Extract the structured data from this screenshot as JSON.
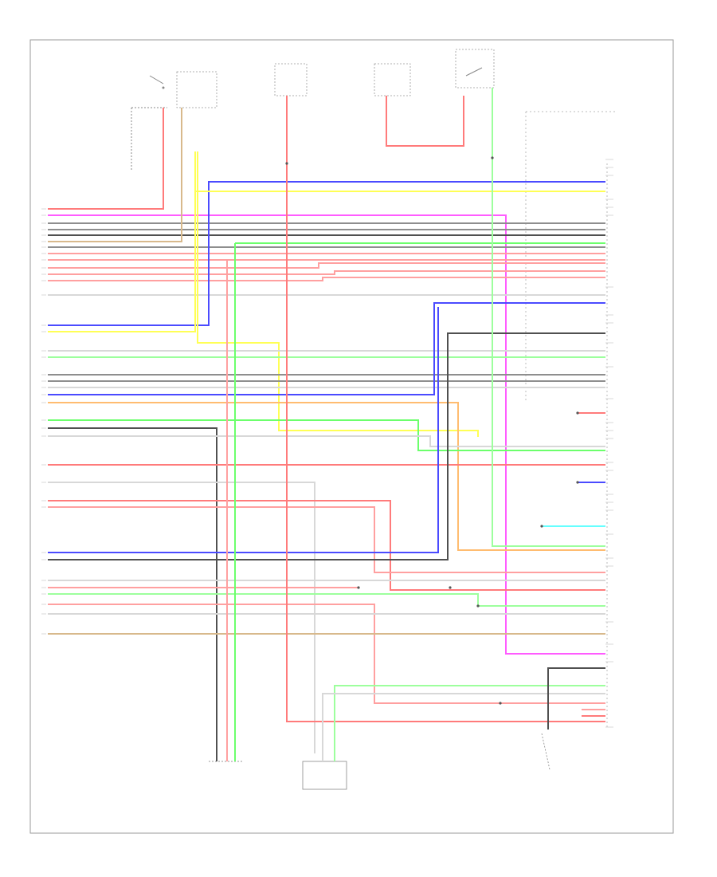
{
  "diagram": {
    "kind": "wiring schematic",
    "figure_code": "",
    "ecm_pin_labels": [
      "A",
      "B",
      "C",
      "D",
      "E",
      "F",
      "G",
      "H",
      "J",
      "K",
      "L",
      "M",
      "N",
      "P",
      "R",
      "S",
      "T",
      "U",
      "V",
      "W",
      "X",
      "Y",
      "Z"
    ],
    "wire_colors": {
      "red": "#ff7b7b",
      "pink": "#ffa0a0",
      "magenta": "#ff5cff",
      "blue": "#4b4bff",
      "yellow": "#ffff55",
      "gray": "#8e8e8e",
      "dark_gray": "#505050",
      "green": "#6cff6c",
      "light_green": "#9dff9d",
      "orange": "#ffbc70",
      "tan": "#d8b98c",
      "cyan": "#66ffff",
      "light_gray": "#d8d8d8"
    },
    "components": [
      {
        "id": "top-left-switch",
        "label": ""
      },
      {
        "id": "top-sensor-1",
        "label": ""
      },
      {
        "id": "top-sensor-2",
        "label": ""
      },
      {
        "id": "top-sensor-3",
        "label": ""
      },
      {
        "id": "top-right-switch",
        "label": ""
      },
      {
        "id": "ecm",
        "label": ""
      },
      {
        "id": "bottom-left-sensor",
        "label": ""
      },
      {
        "id": "bottom-center-switch",
        "label": ""
      },
      {
        "id": "bottom-right-sensor",
        "label": ""
      }
    ]
  }
}
